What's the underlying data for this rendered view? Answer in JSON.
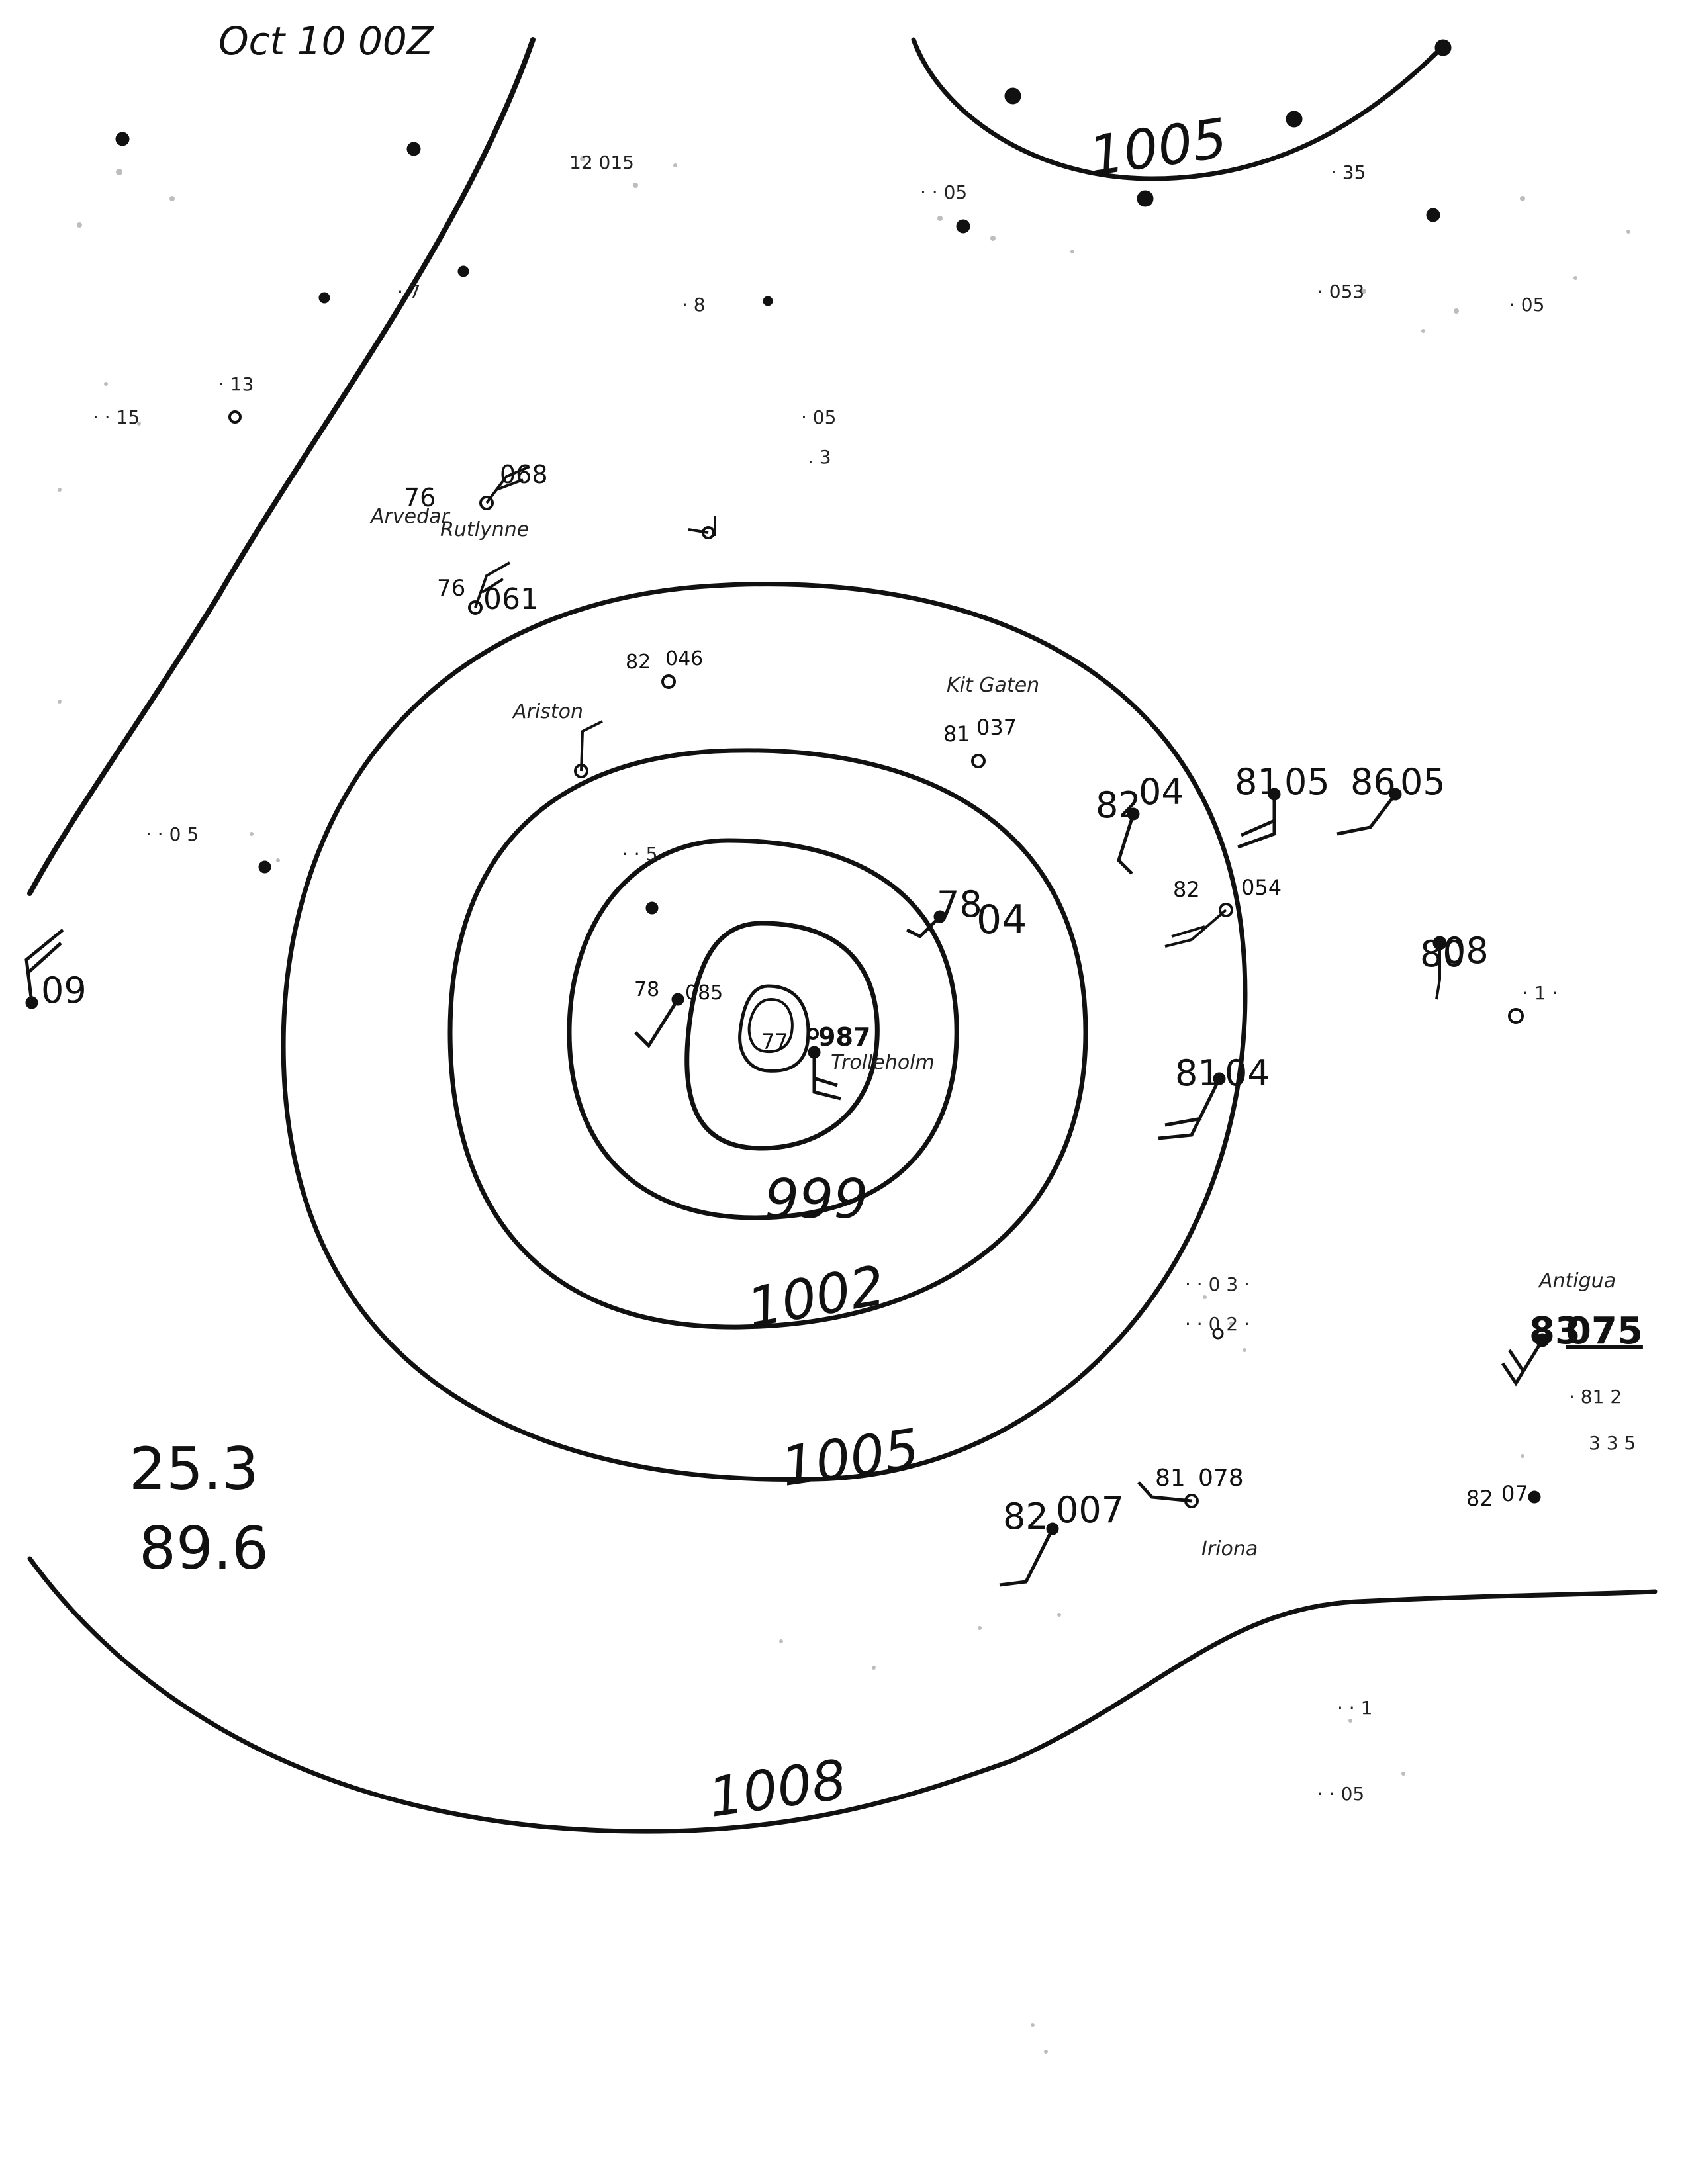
{
  "title": "Oct 10 00Z",
  "center_coords": {
    "lat": "25.3",
    "lon": "89.6"
  },
  "isobars": [
    {
      "label": "999"
    },
    {
      "label": "1002"
    },
    {
      "label": "1005"
    },
    {
      "label": "1005"
    },
    {
      "label": "1008"
    }
  ],
  "center_pressure": "987",
  "center_temp": "77",
  "stations": [
    {
      "temp": "76",
      "pressure": "061"
    },
    {
      "temp": "78",
      "pressure": "04"
    },
    {
      "temp": "82",
      "pressure": "04"
    },
    {
      "temp": "81",
      "pressure": "05"
    },
    {
      "temp": "86",
      "pressure": "05"
    },
    {
      "temp": "82",
      "pressure": "054"
    },
    {
      "temp": "80",
      "pressure": "08"
    },
    {
      "temp": "81",
      "pressure": "04"
    },
    {
      "temp": "83",
      "pressure": "075"
    },
    {
      "temp": "82",
      "pressure": "007"
    },
    {
      "temp": "81",
      "pressure": "078"
    },
    {
      "temp": "82",
      "pressure": "07"
    },
    {
      "temp": "78",
      "pressure": "085"
    },
    {
      "temp": "82",
      "pressure": "046"
    },
    {
      "temp": "81",
      "pressure": "037"
    },
    {
      "temp": "76",
      "pressure": "068"
    }
  ],
  "edge_station": {
    "pressure": "09"
  },
  "names": {
    "ship_a": "Rutlynne",
    "ship_b": "Arvedar",
    "ship_c": "Trolleholm",
    "ship_d": "Kit Gaten",
    "ship_e": "Ariston",
    "ship_f": "Iriona",
    "ship_g": "Antigua"
  },
  "colors": {
    "ink": "#111111",
    "paper": "#ffffff",
    "faint": "#c9c9c9"
  }
}
